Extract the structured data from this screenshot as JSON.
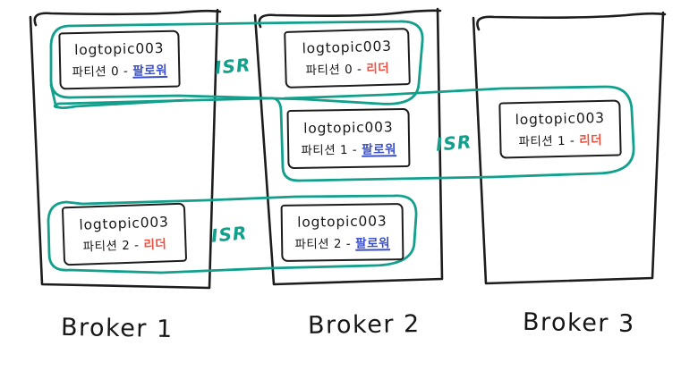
{
  "colors": {
    "ink": "#1d1d1d",
    "isr_teal": "#12a08c",
    "leader_red": "#f0503f",
    "follower_blue": "#3a4fc8"
  },
  "brokers": [
    {
      "name": "Broker 1"
    },
    {
      "name": "Broker 2"
    },
    {
      "name": "Broker 3"
    }
  ],
  "partitions": [
    {
      "topic": "logtopic003",
      "partition": "파티션 0 -",
      "role": "팔로워",
      "role_type": "follower",
      "broker": "Broker 1"
    },
    {
      "topic": "logtopic003",
      "partition": "파티션 0 -",
      "role": "리더",
      "role_type": "leader",
      "broker": "Broker 2"
    },
    {
      "topic": "logtopic003",
      "partition": "파티션 1 -",
      "role": "팔로워",
      "role_type": "follower",
      "broker": "Broker 2"
    },
    {
      "topic": "logtopic003",
      "partition": "파티션 1 -",
      "role": "리더",
      "role_type": "leader",
      "broker": "Broker 3"
    },
    {
      "topic": "logtopic003",
      "partition": "파티션 2 -",
      "role": "리더",
      "role_type": "leader",
      "broker": "Broker 1"
    },
    {
      "topic": "logtopic003",
      "partition": "파티션 2 -",
      "role": "팔로워",
      "role_type": "follower",
      "broker": "Broker 2"
    }
  ],
  "isr_groups": [
    {
      "label": "ISR",
      "members": [
        "Broker 1 / 파티션 0",
        "Broker 2 / 파티션 0"
      ]
    },
    {
      "label": "ISR",
      "members": [
        "Broker 2 / 파티션 1",
        "Broker 3 / 파티션 1"
      ]
    },
    {
      "label": "ISR",
      "members": [
        "Broker 1 / 파티션 2",
        "Broker 2 / 파티션 2"
      ]
    }
  ]
}
